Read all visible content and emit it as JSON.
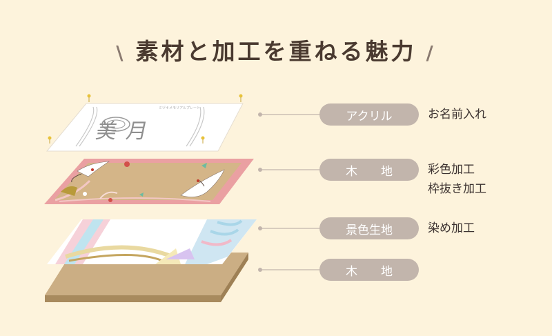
{
  "title": "素材と加工を重ねる魅力",
  "title_deco_left": "\\",
  "title_deco_right": "/",
  "plate_text": "美月",
  "plate_small_text": "ミヅキメモリアルプレート",
  "layers": [
    {
      "label": "アクリル",
      "descriptions": [
        "お名前入れ"
      ]
    },
    {
      "label": "木　　地",
      "descriptions": [
        "彩色加工",
        "枠抜き加工"
      ]
    },
    {
      "label": "景色生地",
      "descriptions": [
        "染め加工"
      ]
    },
    {
      "label": "木　　地",
      "descriptions": []
    }
  ],
  "colors": {
    "background": "#fdf3dc",
    "pill": "#c2b5ac",
    "leader_line": "#c2b5ac",
    "wood": "#cbae84",
    "wood_edge": "#b99a6e",
    "pink_board": "#eaa0a2",
    "acrylic": "#ffffff"
  }
}
